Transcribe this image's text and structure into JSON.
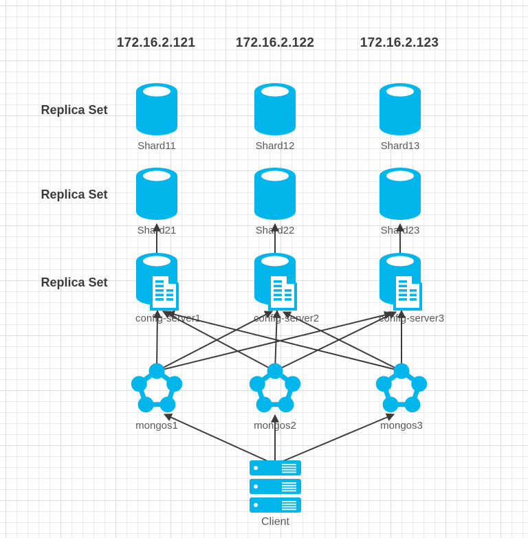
{
  "diagram": {
    "ips": [
      "172.16.2.121",
      "172.16.2.122",
      "172.16.2.123"
    ],
    "row_labels": [
      "Replica Set",
      "Replica Set",
      "Replica Set"
    ],
    "shards_row1": [
      "Shard11",
      "Shard12",
      "Shard13"
    ],
    "shards_row2": [
      "Shard21",
      "Shard22",
      "Shard23"
    ],
    "config_servers": [
      "config-server1",
      "config-server2",
      "config-server3"
    ],
    "mongos": [
      "mongos1",
      "mongos2",
      "mongos3"
    ],
    "client": "Client",
    "colors": {
      "node_fill": "#00b6eb",
      "arrow": "#3b3b3b",
      "node_label_text": "#595959",
      "heading_text": "#3a3a3a",
      "grid_minor": "#ebebeb",
      "grid_major": "#dcdcdc"
    },
    "icons": {
      "shard": "database-cylinder-icon",
      "config_server": "database-with-document-icon",
      "mongos": "pentagon-network-icon",
      "client": "server-stack-icon"
    }
  }
}
